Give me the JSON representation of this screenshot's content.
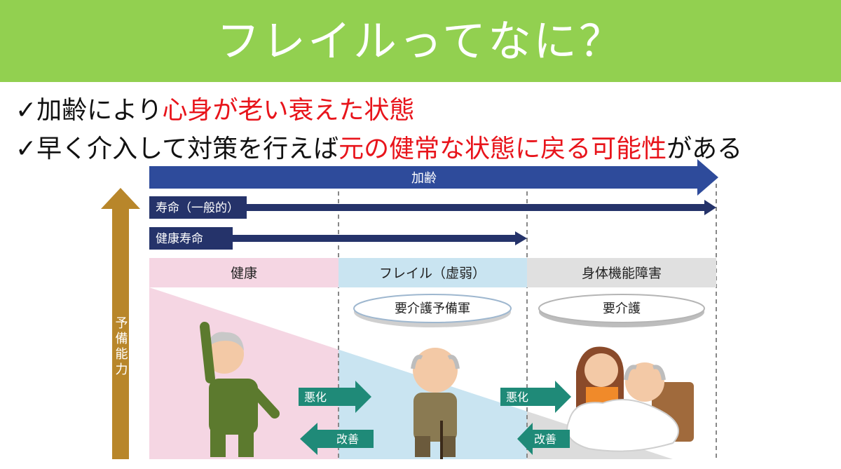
{
  "title": "フレイルってなに？",
  "bullets": [
    {
      "check": "✓",
      "text1": "加齢により",
      "highlight": "心身が老い衰えた状態",
      "text2": ""
    },
    {
      "check": "✓",
      "text1": "早く介入して対策を行えば",
      "highlight": "元の健常な状態に戻る可能性",
      "text2": "がある"
    }
  ],
  "diagram": {
    "aging": "加齢",
    "lifespan": "寿命（一般的）",
    "healthy_lifespan": "健康寿命",
    "stages": [
      "健康",
      "フレイル（虚弱）",
      "身体機能障害"
    ],
    "reserve": "予備能力",
    "pre_care": "要介護予備軍",
    "care": "要介護",
    "worsen": "悪化",
    "improve": "改善"
  },
  "colors": {
    "title_bar": "#92d050",
    "highlight": "#e8141b",
    "navy": "#25336a",
    "healthy": "#f5d6e3",
    "frail": "#c9e4f1",
    "disability": "#e0e0e0",
    "teal": "#1f8a78",
    "reserve": "#b8862a"
  }
}
